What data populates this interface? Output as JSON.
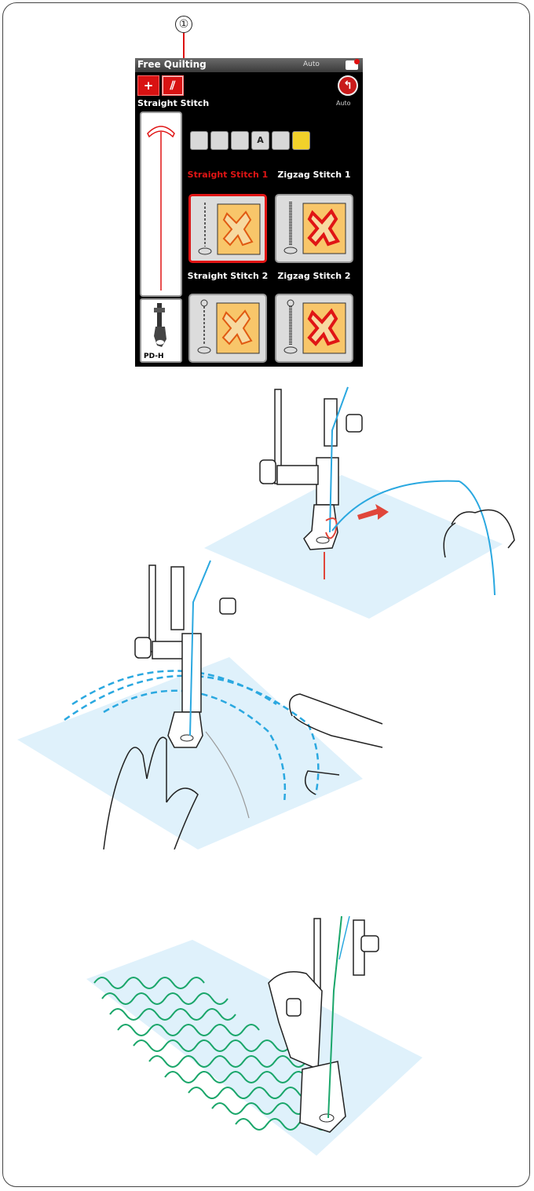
{
  "callout": {
    "number": "①"
  },
  "screen": {
    "title": "Free Quilting",
    "foot_indicator": "Auto",
    "selected_stitch": "Straight Stitch",
    "auto_label": "Auto",
    "foot_code": "PD-H",
    "tabs": [
      {
        "label": "",
        "icon": "utility-stitch-icon"
      },
      {
        "label": "",
        "icon": "buttonhole-icon"
      },
      {
        "label": "",
        "icon": "satin-icon"
      },
      {
        "label": "A",
        "icon": "letter-icon"
      },
      {
        "label": "",
        "icon": "applique-icon"
      },
      {
        "label": "",
        "icon": "quilting-icon",
        "selected": true
      }
    ],
    "patterns": [
      {
        "label": "Straight Stitch 1",
        "selected": true
      },
      {
        "label": "Zigzag Stitch 1",
        "selected": false
      },
      {
        "label": "Straight Stitch 2",
        "selected": false
      },
      {
        "label": "Zigzag Stitch 2",
        "selected": false
      }
    ]
  },
  "colors": {
    "accent_red": "#d81212",
    "fabric": "#dff1fb",
    "thread_blue": "#2aa8e0",
    "thread_green": "#1aa66a"
  }
}
